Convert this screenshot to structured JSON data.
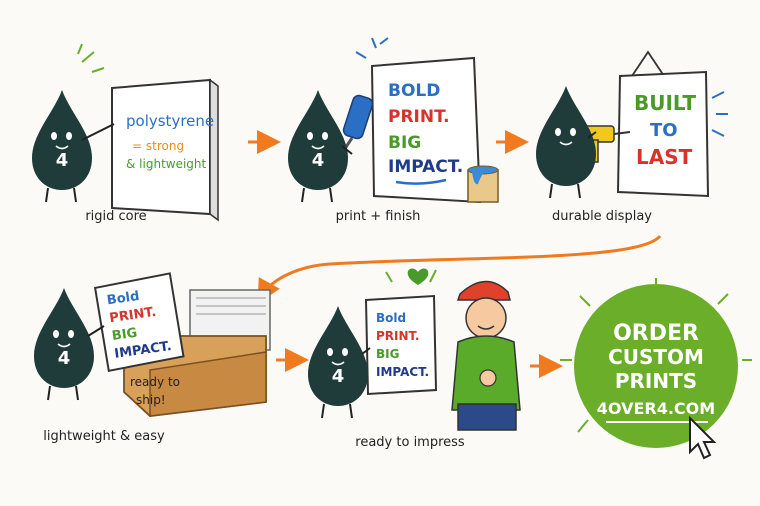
{
  "colors": {
    "drop": "#1f3b3a",
    "arrow": "#f07a1f",
    "blue": "#2a6fc4",
    "orange": "#f08a1a",
    "green": "#4a9a2a",
    "red": "#d8332a",
    "badge": "#6aae2a",
    "yellow": "#f2c81a"
  },
  "drop_number": "4",
  "steps": [
    {
      "caption": "rigid core",
      "panel": [
        "polystyrene",
        "= strong",
        "& lightweight"
      ]
    },
    {
      "caption": "print + finish",
      "panel": [
        "BOLD",
        "PRINT.",
        "BIG",
        "IMPACT."
      ]
    },
    {
      "caption": "durable display",
      "panel": [
        "BUILT",
        "TO",
        "LAST"
      ]
    },
    {
      "caption": "lightweight & easy",
      "panel": [
        "Bold",
        "PRINT.",
        "BIG",
        "IMPACT."
      ],
      "box_text": [
        "ready to",
        "ship!"
      ]
    },
    {
      "caption": "ready to impress",
      "panel": [
        "Bold",
        "PRINT.",
        "BIG",
        "IMPACT."
      ]
    }
  ],
  "cta": {
    "lines": [
      "ORDER",
      "CUSTOM",
      "PRINTS"
    ],
    "site": "4OVER4.COM"
  }
}
